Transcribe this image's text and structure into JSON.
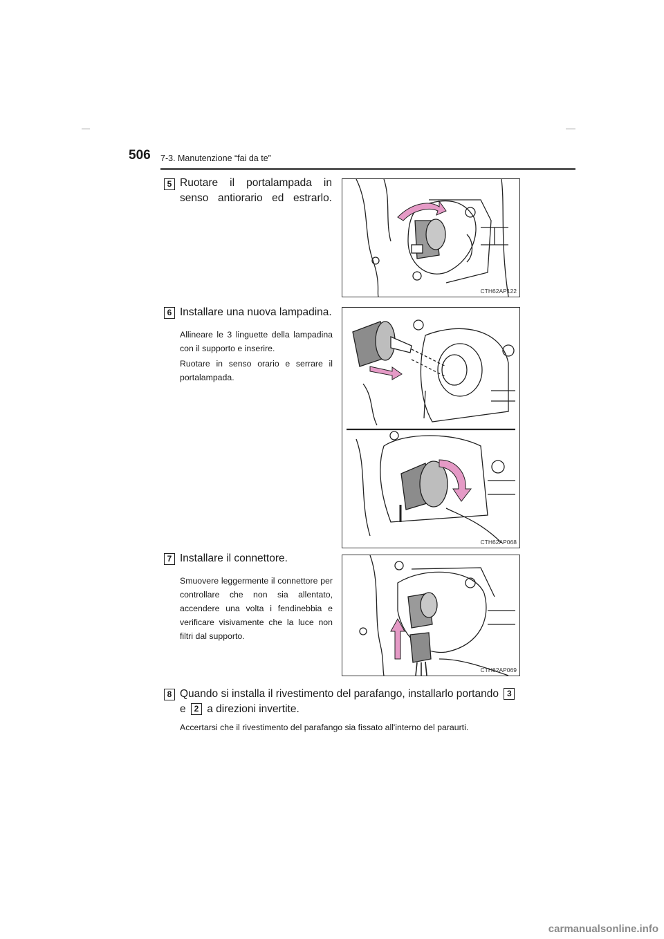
{
  "header": {
    "page_number": "506",
    "chapter": "7-3. Manutenzione “fai da te”"
  },
  "steps": [
    {
      "number": "5",
      "title": "Ruotare il portalampada in senso antiorario ed estrarlo.",
      "figure_code": "CTH62AP122"
    },
    {
      "number": "6",
      "title": "Installare una nuova lampadina.",
      "desc1": "Allineare le 3 linguette della lampadina con il supporto e inserire.",
      "desc2": "Ruotare in senso orario e serrare il portalampada.",
      "figure_code": "CTH62AP068"
    },
    {
      "number": "7",
      "title": "Installare il connettore.",
      "desc": "Smuovere leggermente il connettore per controllare che non sia allentato, accendere una volta i fendinebbia e verificare visivamente che la luce non filtri dal supporto.",
      "figure_code": "CTH62AP069"
    },
    {
      "number": "8",
      "title_part1": "Quando si installa il rivestimento del parafango, installarlo portando",
      "ref1": "3",
      "title_part2": "e",
      "ref2": "2",
      "title_part3": "a direzioni invertite.",
      "desc": "Accertarsi che il rivestimento del parafango sia fissato all'interno del paraurti."
    }
  ],
  "footer": {
    "watermark": "carmanualsonline.info"
  },
  "colors": {
    "arrow": "#e59ac6",
    "line": "#222222",
    "rule": "#555555"
  }
}
